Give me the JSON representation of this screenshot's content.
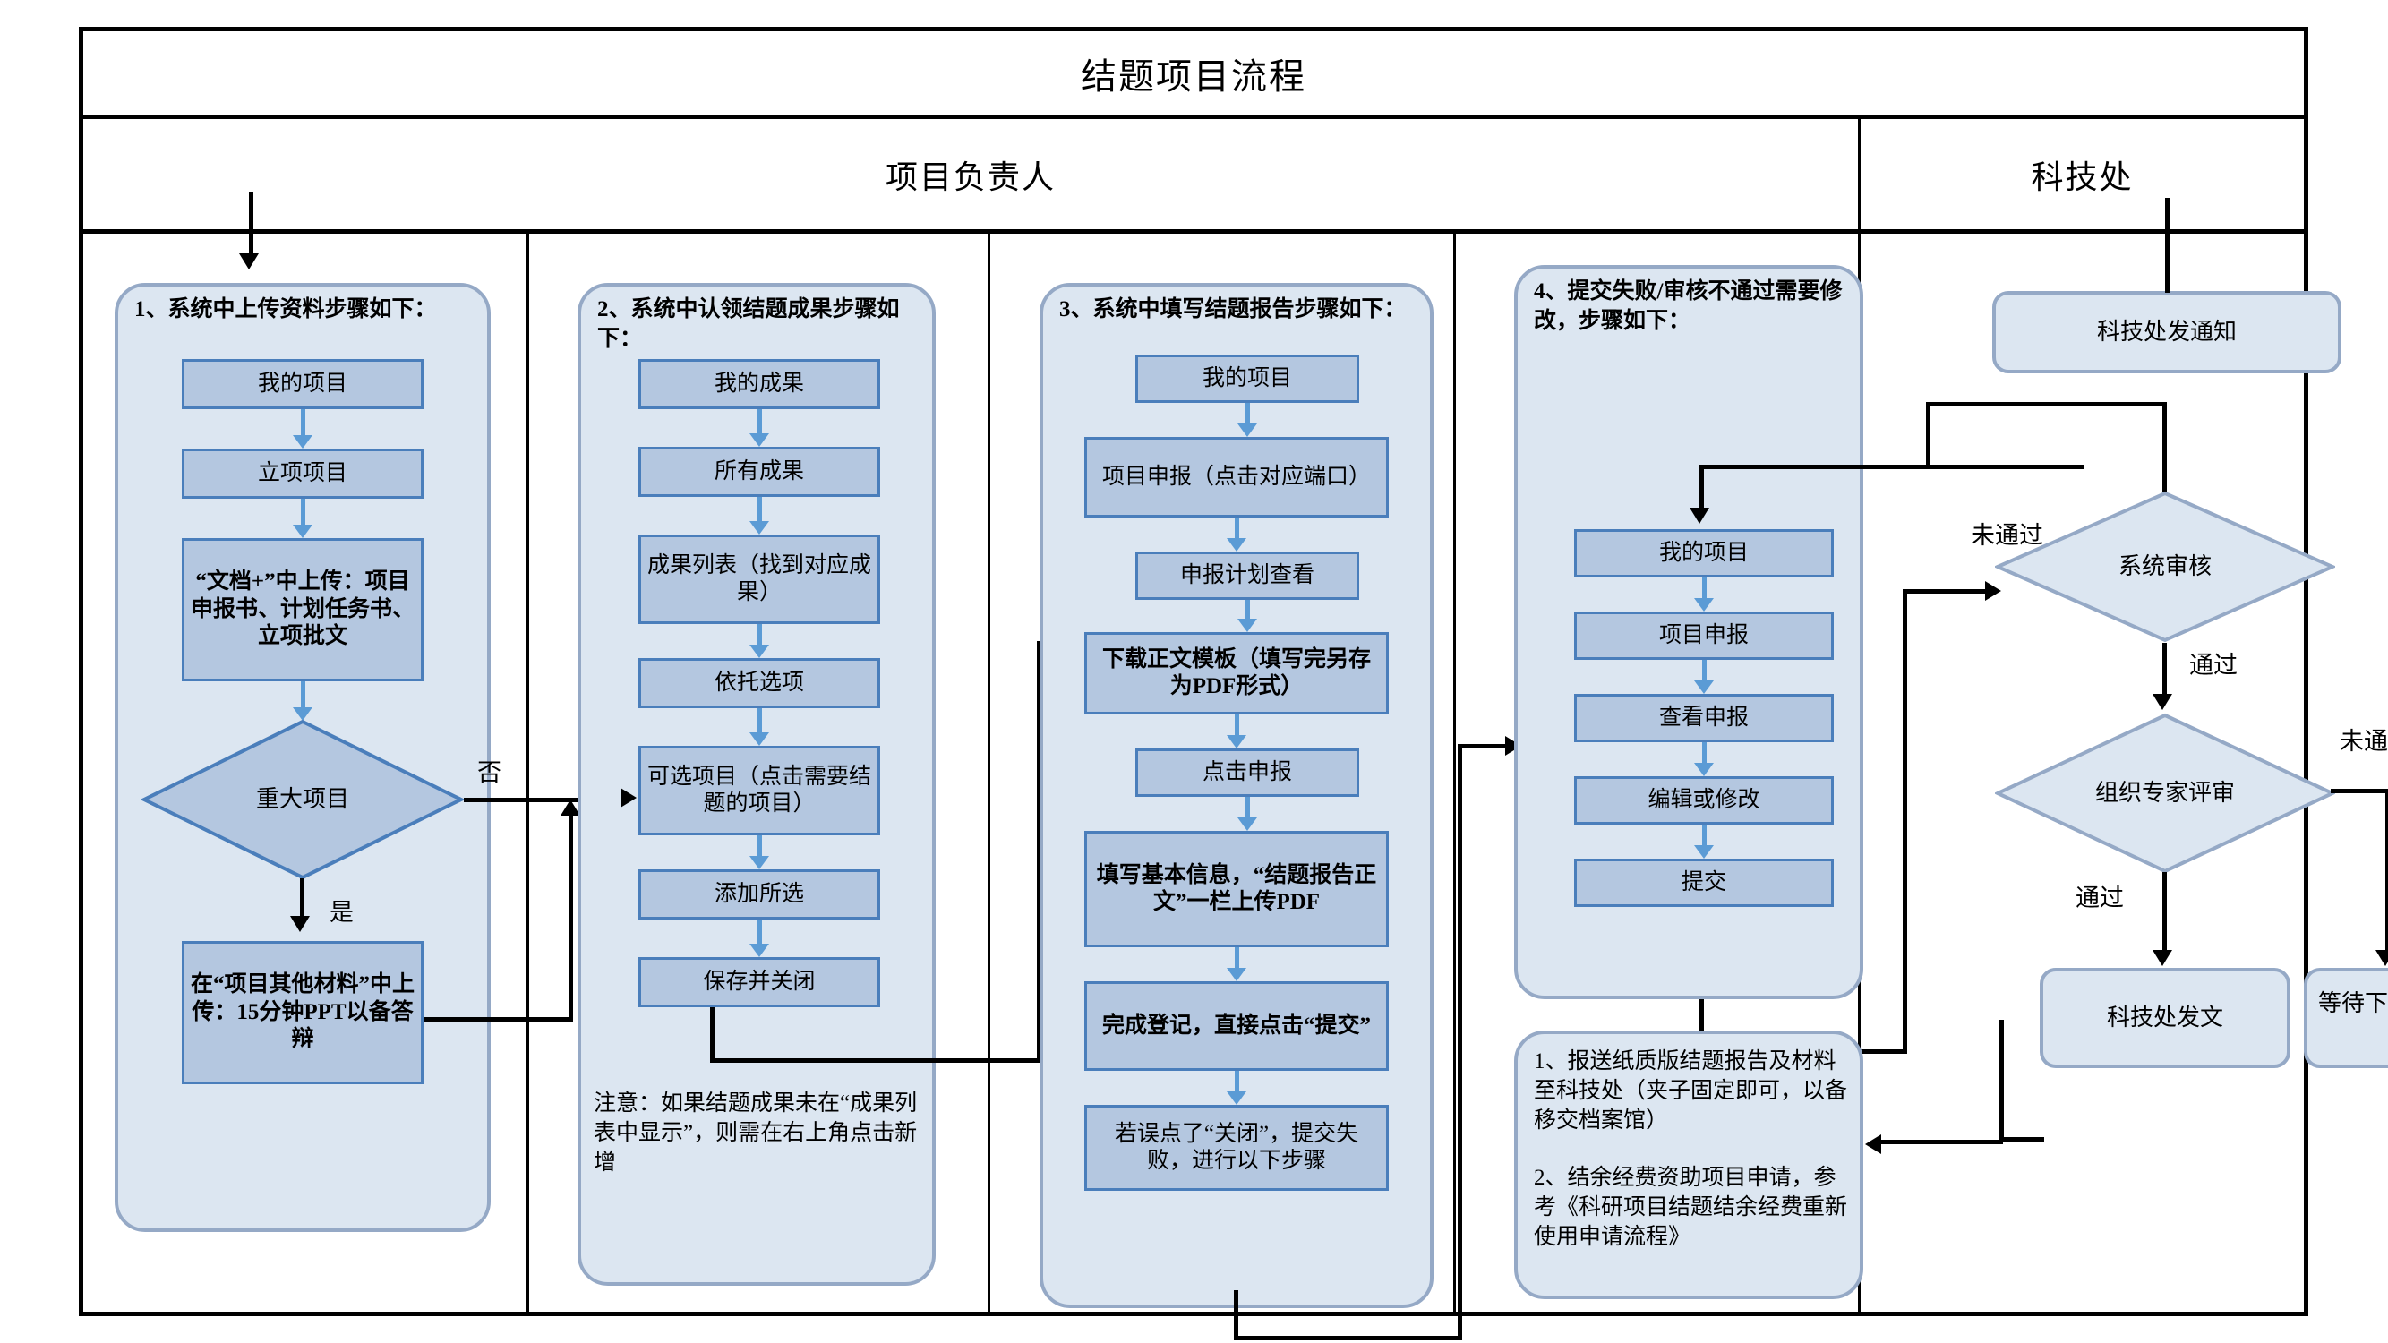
{
  "title": "结题项目流程",
  "roles": {
    "owner": "项目负责人",
    "department": "科技处"
  },
  "lane1": {
    "heading": "1、系统中上传资料步骤如下：",
    "steps": [
      "我的项目",
      "立项项目",
      "“文档+”中上传：项目申报书、计划任务书、立项批文"
    ],
    "decision": "重大项目",
    "decision_yes": "是",
    "decision_no": "否",
    "major_step": "在“项目其他材料”中上传：15分钟PPT以备答辩"
  },
  "lane2": {
    "heading": "2、系统中认领结题成果步骤如下：",
    "steps": [
      "我的成果",
      "所有成果",
      "成果列表（找到对应成果）",
      "依托选项",
      "可选项目（点击需要结题的项目）",
      "添加所选",
      "保存并关闭"
    ],
    "note": "注意：如果结题成果未在“成果列表中显示”，则需在右上角点击新增"
  },
  "lane3": {
    "heading": "3、系统中填写结题报告步骤如下：",
    "steps": [
      "我的项目",
      "项目申报（点击对应端口）",
      "申报计划查看",
      "下载正文模板（填写完另存为PDF形式）",
      "点击申报",
      "填写基本信息，“结题报告正文”一栏上传PDF",
      "完成登记，直接点击“提交”",
      "若误点了“关闭”，提交失败，进行以下步骤"
    ]
  },
  "lane4": {
    "heading": "4、提交失败/审核不通过需要修改，步骤如下：",
    "steps": [
      "我的项目",
      "项目申报",
      "查看申报",
      "编辑或修改",
      "提交"
    ],
    "final_notes": [
      "1、报送纸质版结题报告及材料至科技处（夹子固定即可，以备移交档案馆）",
      "2、结余经费资助项目申请，参考《科研项目结题结余经费重新使用申请流程》"
    ]
  },
  "dept_lane": {
    "notice": "科技处发通知",
    "system_review": "系统审核",
    "expert_review": "组织专家评审",
    "issue_doc": "科技处发文",
    "wait_next": "等待下一批结题申请",
    "label_fail_1": "未通过",
    "label_pass_1": "通过",
    "label_fail_2": "未通过",
    "label_pass_2": "通过"
  },
  "colors": {
    "container_fill": "#dce6f1",
    "container_border": "#95a9c6",
    "process_fill": "#b4c7e0",
    "process_border": "#4a7ebb",
    "arrow_blue": "#5b9bd5",
    "line_black": "#000000"
  }
}
